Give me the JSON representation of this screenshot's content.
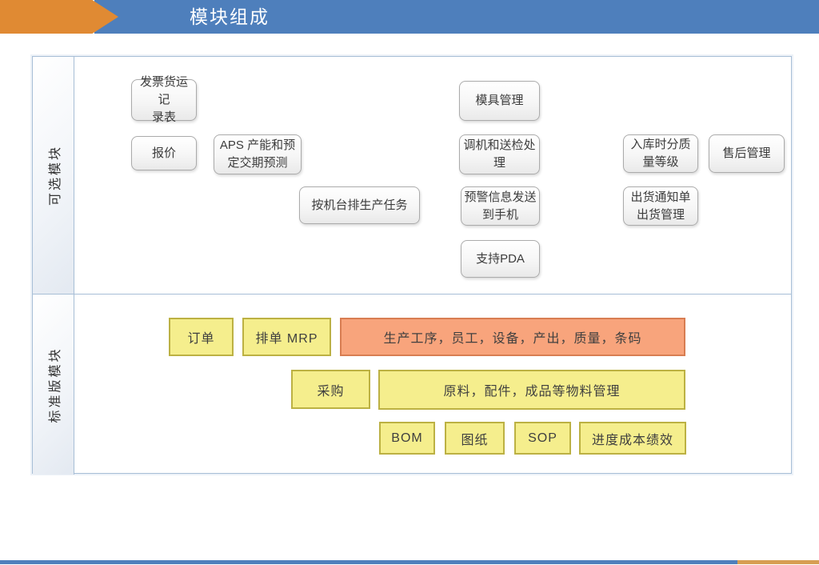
{
  "header": {
    "title": "模块组成"
  },
  "sections": {
    "optional": {
      "label": "可选模块",
      "boxes": [
        {
          "label": "发票货运记\n录表"
        },
        {
          "label": "报价"
        },
        {
          "label": "APS 产能和预\n定交期预测"
        },
        {
          "label": "按机台排生产任务"
        },
        {
          "label": "模具管理"
        },
        {
          "label": "调机和送检处\n理"
        },
        {
          "label": "预警信息发送\n到手机"
        },
        {
          "label": "支持PDA"
        },
        {
          "label": "入库时分质\n量等级"
        },
        {
          "label": "售后管理"
        },
        {
          "label": "出货通知单\n出货管理"
        }
      ]
    },
    "standard": {
      "label": "标准版模块",
      "boxes": [
        {
          "label": "订单",
          "variant": "yellow"
        },
        {
          "label": "排单 MRP",
          "variant": "yellow"
        },
        {
          "label": "生产工序，员工，设备，产出，质量，条码",
          "variant": "salmon"
        },
        {
          "label": "采购",
          "variant": "yellow"
        },
        {
          "label": "原料，配件，成品等物料管理",
          "variant": "yellow"
        },
        {
          "label": "BOM",
          "variant": "yellow"
        },
        {
          "label": "图纸",
          "variant": "yellow"
        },
        {
          "label": "SOP",
          "variant": "yellow"
        },
        {
          "label": "进度成本绩效",
          "variant": "yellow"
        }
      ]
    }
  },
  "colors": {
    "header_blue": "#4E7FBC",
    "accent_orange": "#E08A33",
    "frame_border": "#A7BED6",
    "yellow_fill": "#F5EE8D",
    "yellow_border": "#BCB143",
    "salmon_fill": "#F8A47C",
    "salmon_border": "#D87D52",
    "footer_blue": "#4E7FBC",
    "footer_orange": "#D79E52"
  }
}
